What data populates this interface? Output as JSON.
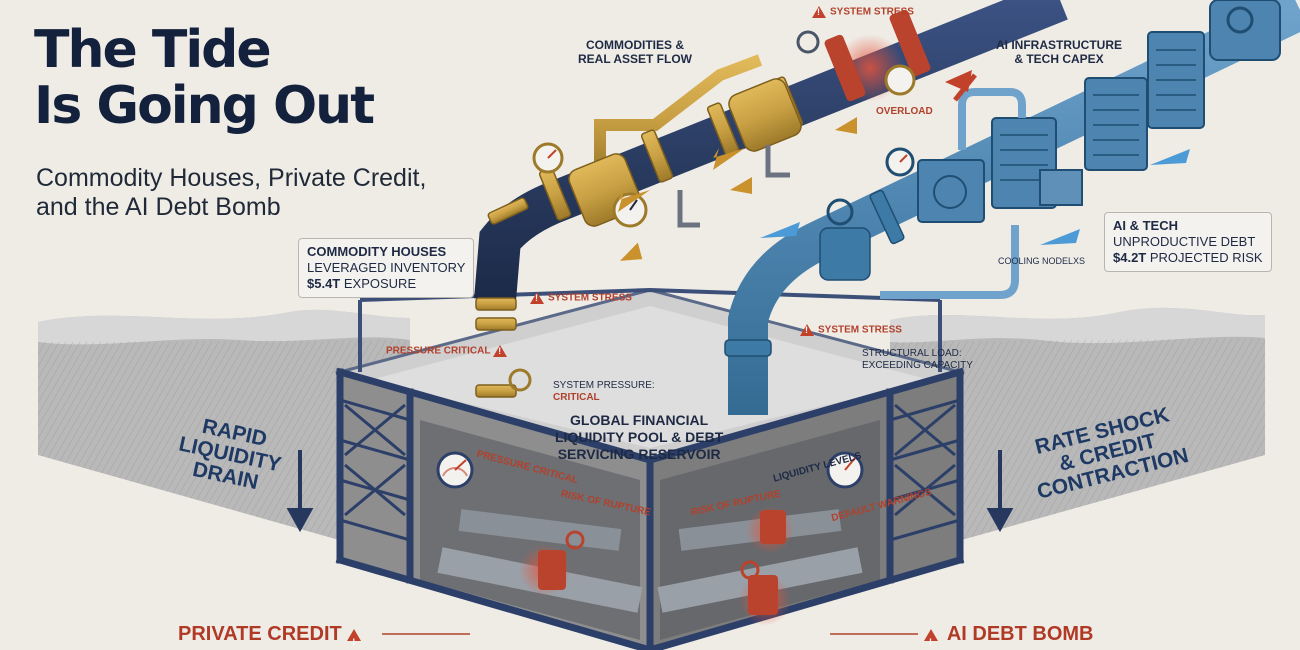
{
  "header": {
    "title_line1": "The Tide",
    "title_line2": "Is Going Out",
    "subtitle_line1": "Commodity Houses, Private Credit,",
    "subtitle_line2": "and the AI Debt Bomb"
  },
  "flows": {
    "commodities_line1": "COMMODITIES &",
    "commodities_line2": "REAL ASSET FLOW",
    "ai_line1": "AI INFRASTRUCTURE",
    "ai_line2": "& TECH CAPEX"
  },
  "commodity_box": {
    "title": "COMMODITY HOUSES",
    "line2": "LEVERAGED INVENTORY",
    "line3_value": "$5.4T",
    "line3_label": "EXPOSURE"
  },
  "ai_box": {
    "title": "AI & TECH",
    "line2": "UNPRODUCTIVE DEBT",
    "line3_value": "$4.2T",
    "line3_label": "PROJECTED RISK"
  },
  "warnings": {
    "system_stress": "SYSTEM STRESS",
    "overload": "OVERLOAD",
    "pressure_critical": "PRESSURE CRITICAL",
    "system_pressure": "SYSTEM PRESSURE:",
    "critical": "CRITICAL",
    "structural_load_line1": "STRUCTURAL LOAD:",
    "structural_load_line2": "EXCEEDING CAPACITY",
    "cooling_nodes": "COOLING NODELXS",
    "gauge_left": "PRESSURE CRITICAL",
    "risk_of_rupture": "RISK OF RUPTURE",
    "liquidity_levels": "LIQUIDITY LEVELS",
    "default_warnings": "DEFAULT WARNINGS"
  },
  "pool": {
    "line1": "GLOBAL FINANCIAL",
    "line2": "LIQUIDITY POOL & DEBT",
    "line3": "SERVICING RESERVOIR"
  },
  "sides": {
    "left_line1": "RAPID",
    "left_line2": "LIQUIDITY",
    "left_line3": "DRAIN",
    "right_line1": "RATE SHOCK",
    "right_line2": "& CREDIT",
    "right_line3": "CONTRACTION"
  },
  "bottom": {
    "private_credit": "PRIVATE CREDIT",
    "ai_debt_bomb": "AI DEBT BOMB"
  },
  "colors": {
    "pipe_navy": "#2b3d63",
    "brass": "#c9a043",
    "steel_blue": "#4d85b0",
    "warning_red": "#c2412b",
    "water_gray": "#a3a3a3"
  }
}
